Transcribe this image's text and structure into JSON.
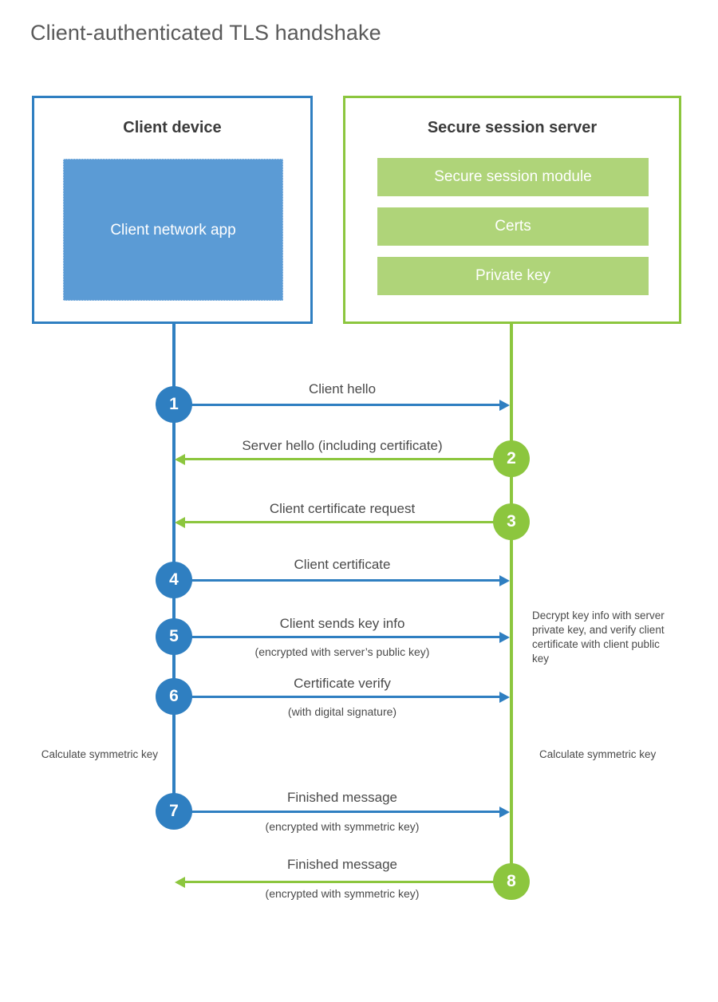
{
  "title": "Client-authenticated TLS handshake",
  "colors": {
    "client_blue": "#2f7fc1",
    "client_app_fill": "#5b9bd5",
    "server_green": "#8cc63e",
    "server_module_fill": "#afd479",
    "text": "#4a4a4a",
    "title_text": "#5a5a5a",
    "actor_title_text": "#3b3b3b"
  },
  "actors": {
    "client": {
      "title": "Client device",
      "app_label": "Client network app"
    },
    "server": {
      "title": "Secure session server",
      "modules": [
        {
          "label": "Secure session module"
        },
        {
          "label": "Certs"
        },
        {
          "label": "Private key"
        }
      ]
    }
  },
  "steps": [
    {
      "number": "1",
      "label": "Client hello",
      "sublabel": "",
      "direction": "client-to-server",
      "color": "blue"
    },
    {
      "number": "2",
      "label": "Server hello (including certificate)",
      "sublabel": "",
      "direction": "server-to-client",
      "color": "green"
    },
    {
      "number": "3",
      "label": "Client certificate request",
      "sublabel": "",
      "direction": "server-to-client",
      "color": "green"
    },
    {
      "number": "4",
      "label": "Client certificate",
      "sublabel": "",
      "direction": "client-to-server",
      "color": "blue"
    },
    {
      "number": "5",
      "label": "Client sends key info",
      "sublabel": "(encrypted with server’s public key)",
      "direction": "client-to-server",
      "color": "blue"
    },
    {
      "number": "6",
      "label": "Certificate verify",
      "sublabel": "(with digital signature)",
      "direction": "client-to-server",
      "color": "blue"
    },
    {
      "number": "7",
      "label": "Finished message",
      "sublabel": "(encrypted with symmetric key)",
      "direction": "client-to-server",
      "color": "blue"
    },
    {
      "number": "8",
      "label": "Finished message",
      "sublabel": "(encrypted with symmetric key)",
      "direction": "server-to-client",
      "color": "green"
    }
  ],
  "notes": {
    "server_decrypt": "Decrypt key info with server private key, and verify client certificate with client public key",
    "client_calculate": "Calculate symmetric key",
    "server_calculate": "Calculate symmetric key"
  }
}
